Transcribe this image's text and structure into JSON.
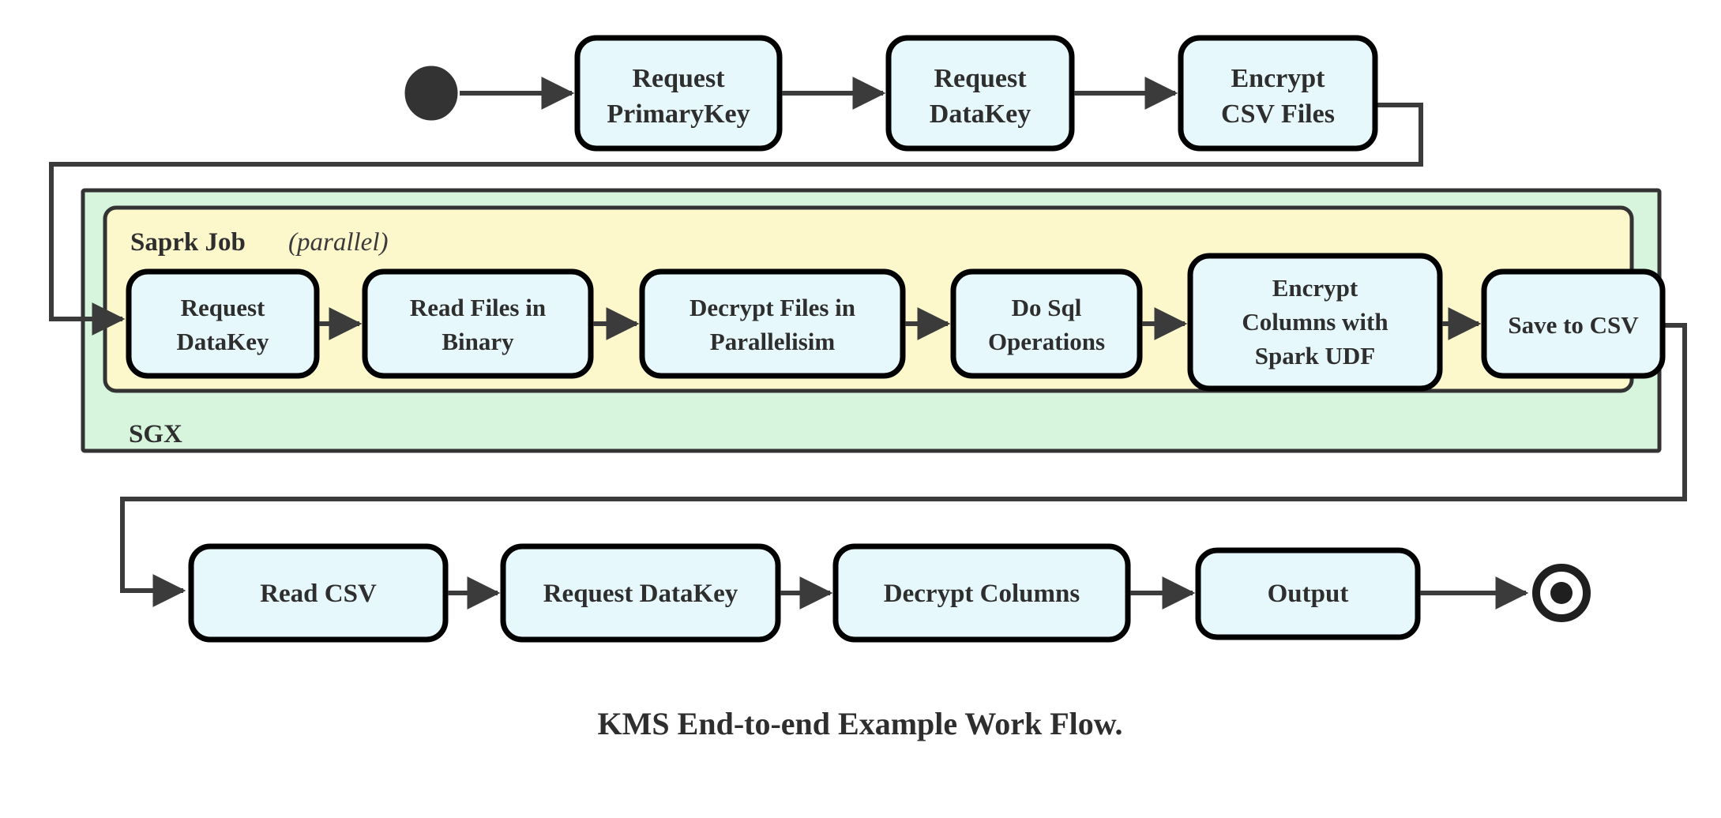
{
  "diagram": {
    "caption": "KMS End-to-end Example Work Flow.",
    "colors": {
      "node_fill": "#e6f8fc",
      "node_stroke": "#000000",
      "spark_fill": "#fdf7cc",
      "sgx_fill": "#d7f5dd",
      "container_stroke": "#333333",
      "line": "#3b3b3b",
      "text": "#2e2e2e",
      "page_bg": "#ffffff"
    },
    "start_node": {
      "name": "start",
      "shape": "filled-circle"
    },
    "end_node": {
      "name": "end",
      "shape": "double-circle"
    },
    "groups": [
      {
        "id": "sgx",
        "label": "SGX",
        "label_position": "bottom-left",
        "fill": "#d7f5dd"
      },
      {
        "id": "spark",
        "label": "Saprk Job",
        "label_italic": "(parallel)",
        "label_position": "top-left",
        "fill": "#fdf7cc"
      }
    ],
    "rows": {
      "top": [
        {
          "id": "request-primarykey",
          "lines": [
            "Request",
            "PrimaryKey"
          ]
        },
        {
          "id": "request-datakey-top",
          "lines": [
            "Request",
            "DataKey"
          ]
        },
        {
          "id": "encrypt-csv-files",
          "lines": [
            "Encrypt",
            "CSV Files"
          ]
        }
      ],
      "spark": [
        {
          "id": "request-datakey-spark",
          "lines": [
            "Request",
            "DataKey"
          ]
        },
        {
          "id": "read-files-in-binary",
          "lines": [
            "Read Files in",
            "Binary"
          ]
        },
        {
          "id": "decrypt-files-in-parallelisim",
          "lines": [
            "Decrypt Files in",
            "Parallelisim"
          ]
        },
        {
          "id": "do-sql-operations",
          "lines": [
            "Do Sql",
            "Operations"
          ]
        },
        {
          "id": "encrypt-columns-with-spark-udf",
          "lines": [
            "Encrypt",
            "Columns with",
            "Spark UDF"
          ]
        },
        {
          "id": "save-to-csv",
          "lines": [
            "Save to CSV"
          ]
        }
      ],
      "bottom": [
        {
          "id": "read-csv",
          "lines": [
            "Read CSV"
          ]
        },
        {
          "id": "request-datakey-bottom",
          "lines": [
            "Request DataKey"
          ]
        },
        {
          "id": "decrypt-columns",
          "lines": [
            "Decrypt Columns"
          ]
        },
        {
          "id": "output",
          "lines": [
            "Output"
          ]
        }
      ]
    },
    "edges": [
      {
        "from": "start",
        "to": "request-primarykey"
      },
      {
        "from": "request-primarykey",
        "to": "request-datakey-top"
      },
      {
        "from": "request-datakey-top",
        "to": "encrypt-csv-files"
      },
      {
        "from": "encrypt-csv-files",
        "to": "request-datakey-spark",
        "routing": "wrap-left"
      },
      {
        "from": "request-datakey-spark",
        "to": "read-files-in-binary"
      },
      {
        "from": "read-files-in-binary",
        "to": "decrypt-files-in-parallelisim"
      },
      {
        "from": "decrypt-files-in-parallelisim",
        "to": "do-sql-operations"
      },
      {
        "from": "do-sql-operations",
        "to": "encrypt-columns-with-spark-udf"
      },
      {
        "from": "encrypt-columns-with-spark-udf",
        "to": "save-to-csv"
      },
      {
        "from": "save-to-csv",
        "to": "read-csv",
        "routing": "wrap-right"
      },
      {
        "from": "read-csv",
        "to": "request-datakey-bottom"
      },
      {
        "from": "request-datakey-bottom",
        "to": "decrypt-columns"
      },
      {
        "from": "decrypt-columns",
        "to": "output"
      },
      {
        "from": "output",
        "to": "end"
      }
    ]
  }
}
